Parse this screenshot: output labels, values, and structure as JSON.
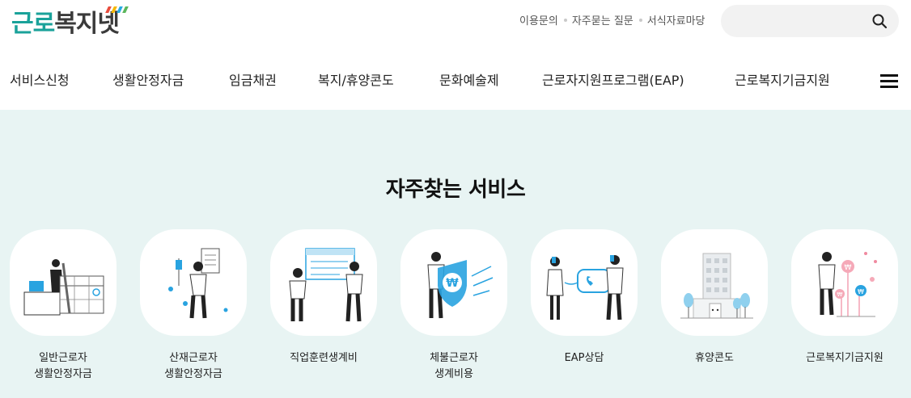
{
  "brand": {
    "logo_part1": "근로",
    "logo_part2": "복지넷",
    "colors": {
      "teal": "#1aa29a",
      "dark": "#3a3a3a",
      "bg": "#e8f4f3",
      "accent_blue": "#29a3e0"
    }
  },
  "util_links": [
    "이용문의",
    "자주묻는 질문",
    "서식자료마당"
  ],
  "search": {
    "placeholder": "",
    "icon": "search-icon"
  },
  "nav": [
    "서비스신청",
    "생활안정자금",
    "임금채권",
    "복지/휴양콘도",
    "문화예술제",
    "근로자지원프로그램(EAP)",
    "근로복지기금지원"
  ],
  "menu_icon": "hamburger-menu-icon",
  "section": {
    "title": "자주찾는 서비스"
  },
  "services": [
    {
      "line1": "일반근로자",
      "line2": "생활안정자금",
      "icon": "office-worker-calendar-icon"
    },
    {
      "line1": "산재근로자",
      "line2": "생활안정자금",
      "icon": "injured-worker-iv-icon"
    },
    {
      "line1": "직업훈련생계비",
      "line2": "",
      "icon": "training-presentation-icon"
    },
    {
      "line1": "체불근로자",
      "line2": "생계비용",
      "icon": "won-shield-icon"
    },
    {
      "line1": "EAP상담",
      "line2": "",
      "icon": "phone-consultation-icon"
    },
    {
      "line1": "휴양콘도",
      "line2": "",
      "icon": "resort-building-icon"
    },
    {
      "line1": "근로복지기금지원",
      "line2": "",
      "icon": "fund-growth-icon"
    }
  ]
}
